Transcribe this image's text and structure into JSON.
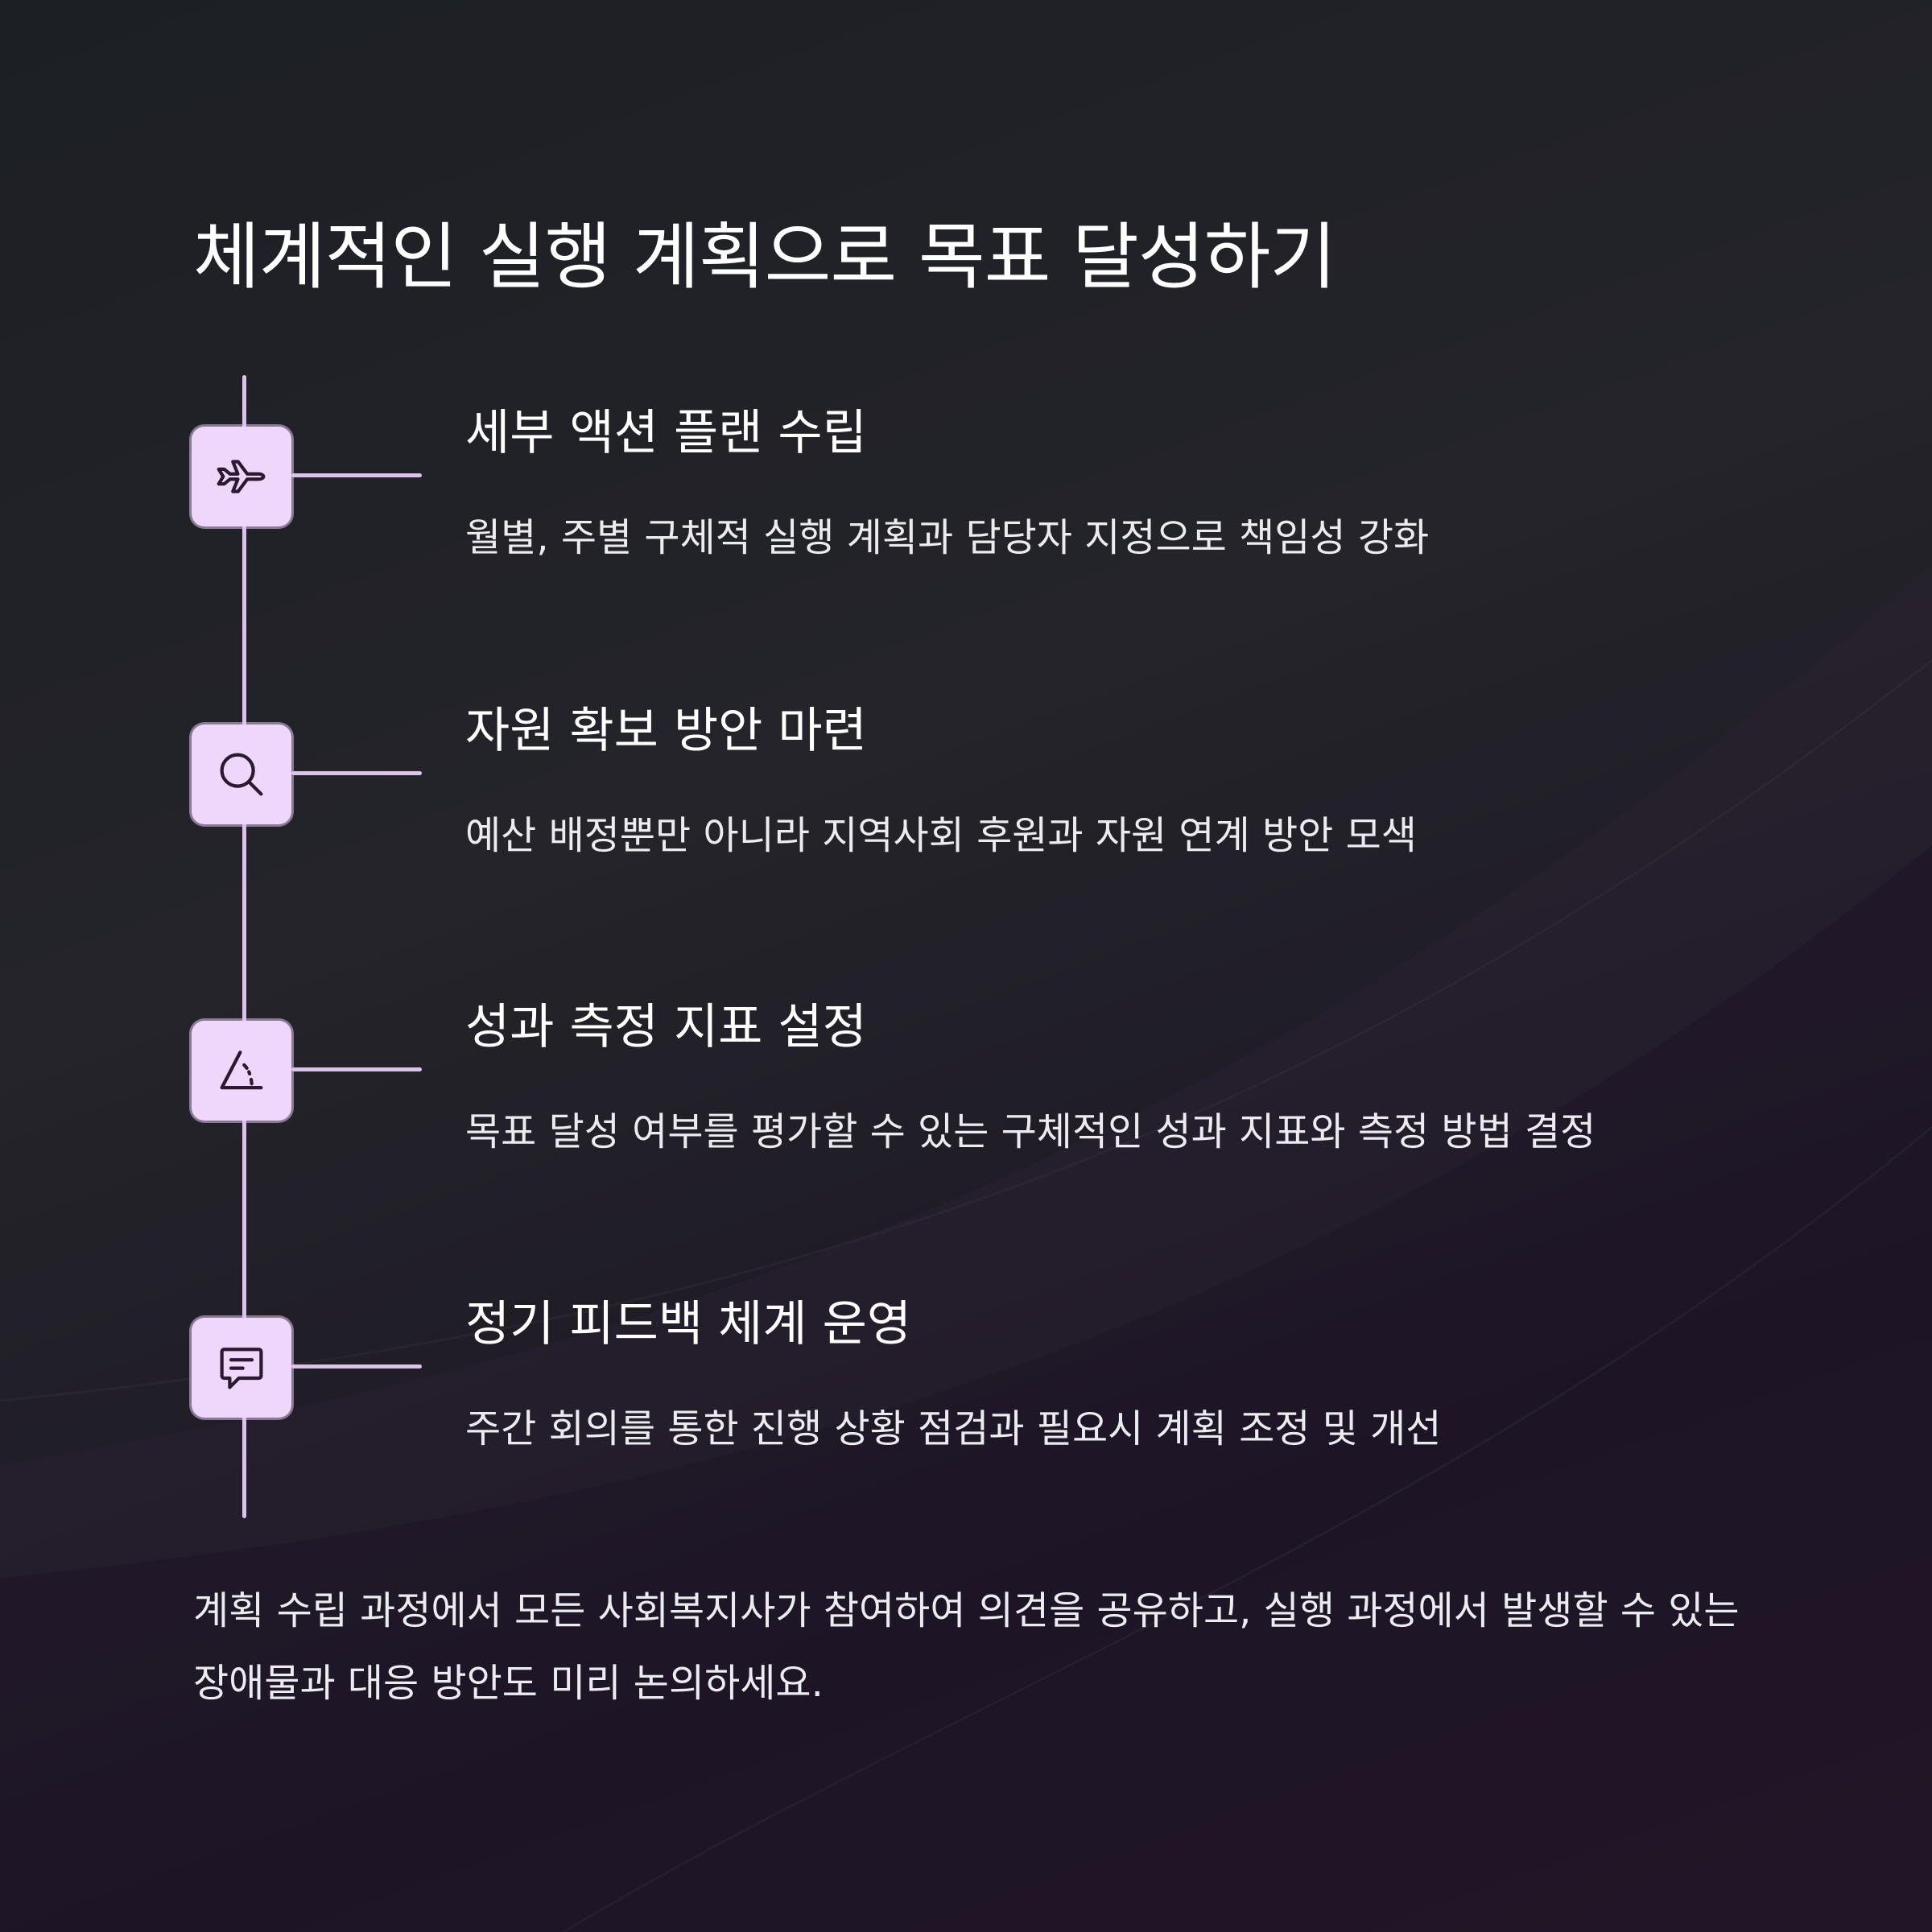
{
  "title": "체계적인 실행 계획으로 목표 달성하기",
  "steps": [
    {
      "icon": "airplane-icon",
      "title": "세부 액션 플랜 수립",
      "description": "월별, 주별 구체적 실행 계획과 담당자 지정으로 책임성 강화"
    },
    {
      "icon": "search-icon",
      "title": "자원 확보 방안 마련",
      "description": "예산 배정뿐만 아니라 지역사회 후원과 자원 연계 방안 모색"
    },
    {
      "icon": "angle-measure-icon",
      "title": "성과 측정 지표 설정",
      "description": "목표 달성 여부를 평가할 수 있는 구체적인 성과 지표와 측정 방법 결정"
    },
    {
      "icon": "chat-bubble-icon",
      "title": "정기 피드백 체계 운영",
      "description": "주간 회의를 통한 진행 상황 점검과 필요시 계획 조정 및 개선"
    }
  ],
  "footer": "계획 수립 과정에서 모든 사회복지사가 참여하여 의견을 공유하고, 실행 과정에서 발생할 수 있는 장애물과 대응 방안도 미리 논의하세요.",
  "colors": {
    "accent": "#dcc3ec",
    "icon_bg": "#efd7fb",
    "icon_stroke": "#2a1a30",
    "text": "#ffffff"
  }
}
